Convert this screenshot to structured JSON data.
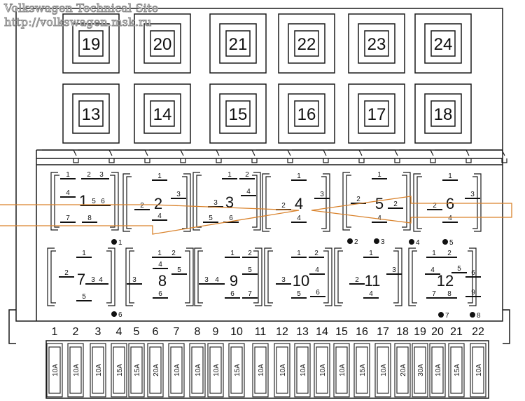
{
  "watermark": {
    "line1": "Volkswagen Technical Site",
    "line2": "http://volkswagen.msk.ru"
  },
  "colors": {
    "line": "#1a1a1a",
    "overlay": "#d9822b",
    "bg": "#ffffff"
  },
  "upper_relays": {
    "row1": [
      "19",
      "20",
      "21",
      "22",
      "23",
      "24"
    ],
    "row2": [
      "13",
      "14",
      "15",
      "16",
      "17",
      "18"
    ]
  },
  "relays": [
    {
      "label": "1",
      "pins": [
        "1",
        "2",
        "3",
        "4",
        "5",
        "6",
        "7",
        "8"
      ]
    },
    {
      "label": "2",
      "pins": [
        "1",
        "2",
        "3",
        "4"
      ]
    },
    {
      "label": "3",
      "pins": [
        "1",
        "2",
        "3",
        "4",
        "5",
        "6"
      ]
    },
    {
      "label": "4",
      "pins": [
        "1",
        "2",
        "3",
        "4"
      ]
    },
    {
      "label": "5",
      "pins": [
        "1",
        "2",
        "2",
        "4"
      ]
    },
    {
      "label": "6",
      "pins": [
        "1",
        "2",
        "3",
        "4"
      ]
    },
    {
      "label": "7",
      "pins": [
        "1",
        "2",
        "3",
        "4",
        "5"
      ]
    },
    {
      "label": "8",
      "pins": [
        "1",
        "2",
        "3",
        "4",
        "5",
        "6"
      ]
    },
    {
      "label": "9",
      "pins": [
        "1",
        "2",
        "3",
        "4",
        "5",
        "6",
        "7"
      ]
    },
    {
      "label": "10",
      "pins": [
        "1",
        "2",
        "3",
        "4",
        "5",
        "6"
      ]
    },
    {
      "label": "11",
      "pins": [
        "1",
        "2",
        "3",
        "4"
      ]
    },
    {
      "label": "12",
      "pins": [
        "1",
        "2",
        "4",
        "5",
        "6",
        "7",
        "8",
        "9"
      ]
    }
  ],
  "terminals": [
    "1",
    "2",
    "3",
    "4",
    "5",
    "6",
    "7",
    "8"
  ],
  "fuses": [
    {
      "number": "1",
      "rating": "10A"
    },
    {
      "number": "2",
      "rating": "10A"
    },
    {
      "number": "3",
      "rating": "10A"
    },
    {
      "number": "4",
      "rating": "15A"
    },
    {
      "number": "5",
      "rating": "15A"
    },
    {
      "number": "6",
      "rating": "20A"
    },
    {
      "number": "7",
      "rating": "10A"
    },
    {
      "number": "8",
      "rating": "10A"
    },
    {
      "number": "9",
      "rating": "10A"
    },
    {
      "number": "10",
      "rating": "15A"
    },
    {
      "number": "11",
      "rating": "10A"
    },
    {
      "number": "12",
      "rating": "10A"
    },
    {
      "number": "13",
      "rating": "10A"
    },
    {
      "number": "14",
      "rating": "10A"
    },
    {
      "number": "15",
      "rating": "10A"
    },
    {
      "number": "16",
      "rating": "15A"
    },
    {
      "number": "17",
      "rating": "10A"
    },
    {
      "number": "18",
      "rating": "20A"
    },
    {
      "number": "19",
      "rating": "30A"
    },
    {
      "number": "20",
      "rating": "10A"
    },
    {
      "number": "21",
      "rating": "15A"
    },
    {
      "number": "22",
      "rating": "10A"
    }
  ]
}
